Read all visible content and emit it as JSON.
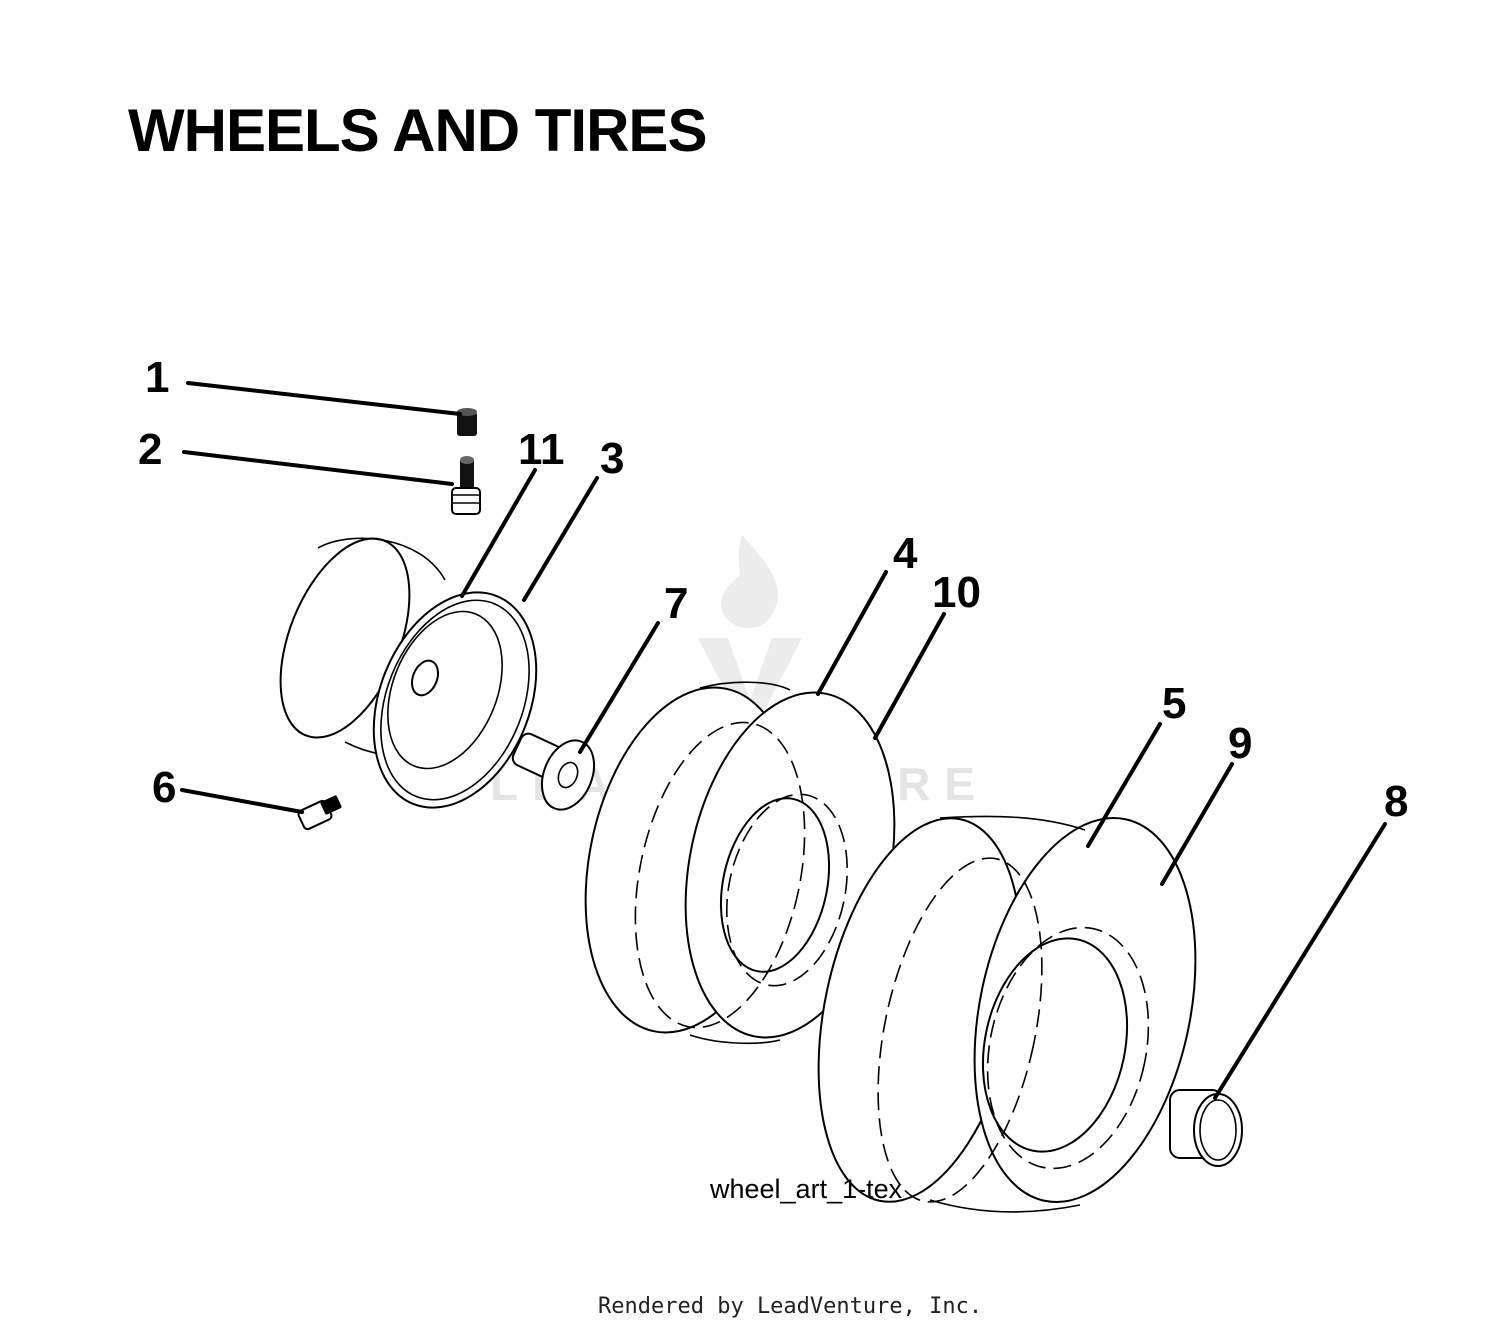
{
  "title": "WHEELS AND TIRES",
  "callouts": [
    "1",
    "2",
    "3",
    "4",
    "5",
    "6",
    "7",
    "8",
    "9",
    "10",
    "11"
  ],
  "art_code": "wheel_art_1-tex",
  "footer": "Rendered by LeadVenture, Inc.",
  "watermark": "LEADVENTURE"
}
